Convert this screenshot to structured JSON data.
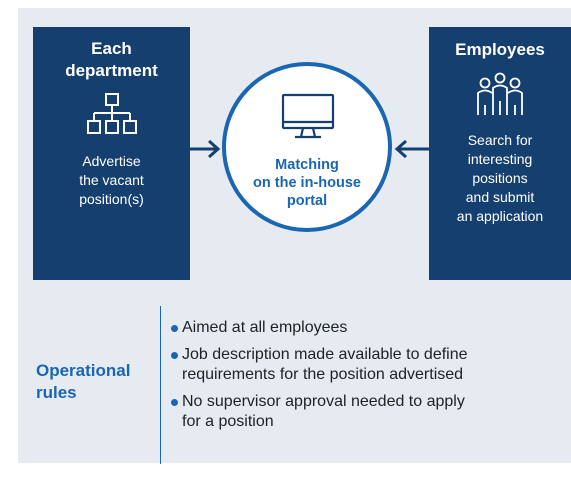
{
  "left_box": {
    "title_line1": "Each",
    "title_line2": "department",
    "icon": "org-chart-icon",
    "text_line1": "Advertise",
    "text_line2": "the vacant",
    "text_line3": "position(s)"
  },
  "center": {
    "icon": "monitor-icon",
    "line1": "Matching",
    "line2": "on the in-house",
    "line3": "portal"
  },
  "right_box": {
    "title": "Employees",
    "icon": "people-group-icon",
    "text_line1": "Search for",
    "text_line2": "interesting",
    "text_line3": "positions",
    "text_line4": "and submit",
    "text_line5": "an application"
  },
  "rules": {
    "title_line1": "Operational",
    "title_line2": "rules",
    "items": [
      {
        "line1": "Aimed at all employees",
        "line2": ""
      },
      {
        "line1": "Job description made available to define",
        "line2": "requirements for the position advertised"
      },
      {
        "line1": "No supervisor approval needed to apply",
        "line2": "for a position"
      }
    ]
  },
  "colors": {
    "dark_navy": "#143f6e",
    "accent_blue": "#1a66b2",
    "panel_bg": "#e6ebf1"
  }
}
